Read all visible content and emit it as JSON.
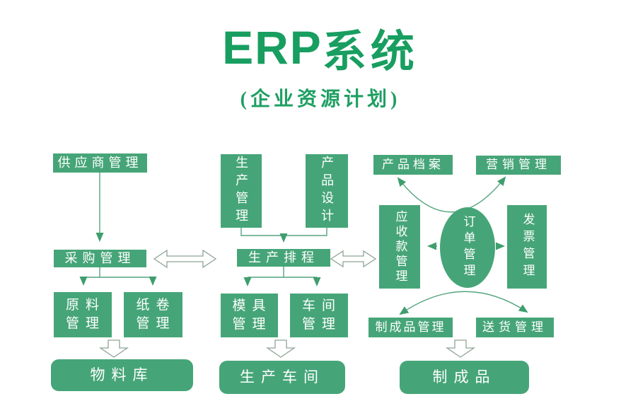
{
  "title": {
    "latin": "ERP",
    "cjk": "系统",
    "subtitle": "(企业资源计划)"
  },
  "colors": {
    "box_green": "#46a578",
    "title_green": "#189e60",
    "connector_green": "#4ba07a",
    "hollow_outline_gray": "#8fa396",
    "text_white": "#ffffff"
  },
  "nodes": {
    "supplier": {
      "label": "供应商管理"
    },
    "purchasing": {
      "label": "采购管理"
    },
    "raw_material": {
      "label": "原料管理"
    },
    "paper_roll": {
      "label": "纸卷管理"
    },
    "material_warehouse": {
      "label": "物料库"
    },
    "production_mgmt": {
      "label": "生产管理"
    },
    "product_design": {
      "label": "产品设计"
    },
    "scheduling": {
      "label": "生产排程"
    },
    "mold_mgmt": {
      "label": "模具管理"
    },
    "workshop_mgmt": {
      "label": "车间管理"
    },
    "production_workshop": {
      "label": "生产车间"
    },
    "product_archive": {
      "label": "产品档案"
    },
    "marketing": {
      "label": "营销管理"
    },
    "receivables": {
      "label": "应收款管理"
    },
    "order_mgmt": {
      "label": "订单管理"
    },
    "invoice": {
      "label": "发票管理"
    },
    "finished_goods_mgmt": {
      "label": "制成品管理"
    },
    "delivery": {
      "label": "送货管理"
    },
    "finished_goods": {
      "label": "制成品"
    }
  },
  "edges": [
    {
      "from": "供应商管理",
      "to": "采购管理",
      "type": "arrow"
    },
    {
      "from": "采购管理",
      "to": "原料管理",
      "type": "arrow"
    },
    {
      "from": "采购管理",
      "to": "纸卷管理",
      "type": "arrow"
    },
    {
      "from": "原料管理/纸卷管理",
      "to": "物料库",
      "type": "hollow-arrow"
    },
    {
      "from": "生产管理",
      "to": "生产排程",
      "type": "arrow"
    },
    {
      "from": "产品设计",
      "to": "生产排程",
      "type": "arrow"
    },
    {
      "from": "采购管理",
      "to": "生产排程",
      "type": "double-hollow-arrow"
    },
    {
      "from": "生产排程",
      "to": "应收款管理",
      "type": "double-hollow-arrow"
    },
    {
      "from": "生产排程",
      "to": "模具管理",
      "type": "arrow"
    },
    {
      "from": "生产排程",
      "to": "车间管理",
      "type": "arrow"
    },
    {
      "from": "模具管理/车间管理",
      "to": "生产车间",
      "type": "hollow-arrow"
    },
    {
      "from": "订单管理",
      "to": "产品档案",
      "type": "curved-arrow"
    },
    {
      "from": "订单管理",
      "to": "营销管理",
      "type": "curved-arrow"
    },
    {
      "from": "订单管理",
      "to": "应收款管理",
      "type": "arrow"
    },
    {
      "from": "订单管理",
      "to": "发票管理",
      "type": "arrow"
    },
    {
      "from": "订单管理",
      "to": "制成品管理",
      "type": "curved-arrow"
    },
    {
      "from": "订单管理",
      "to": "送货管理",
      "type": "curved-arrow"
    },
    {
      "from": "制成品管理/送货管理",
      "to": "制成品",
      "type": "hollow-arrow"
    }
  ]
}
